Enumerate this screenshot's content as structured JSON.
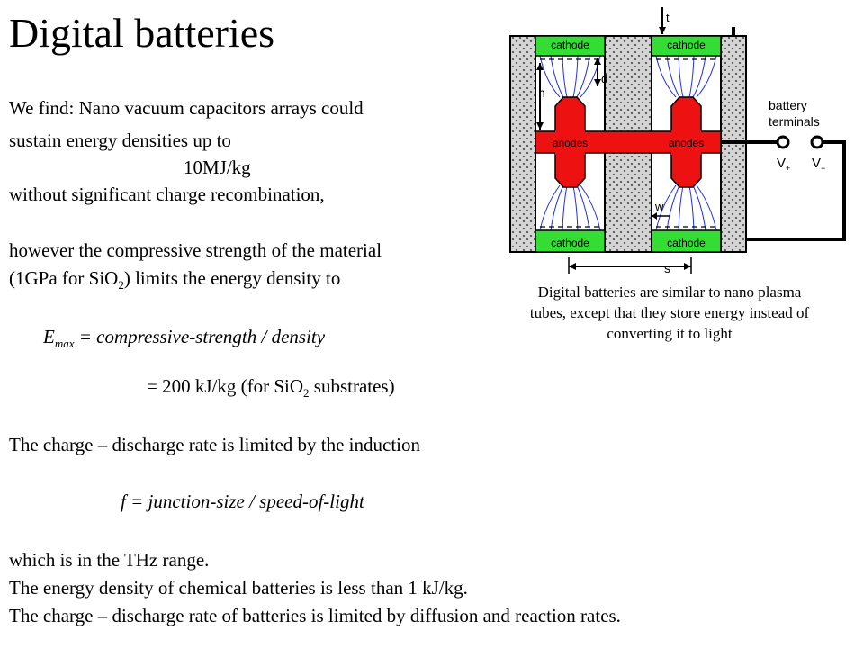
{
  "slide": {
    "title": "Digital batteries"
  },
  "text": {
    "find_1": "We find: Nano vacuum capacitors arrays could",
    "find_2": "sustain  energy densities up to",
    "find_3": "10MJ/kg",
    "find_4": "without significant charge recombination,",
    "however_1": "however the compressive strength  of the material",
    "however_2a": "(1GPa for SiO",
    "however_2sub": "2",
    "however_2b": ")  limits the energy density to",
    "emax_e": "E",
    "emax_sub": "max",
    "emax_rest": " =  compressive-strength / density",
    "eq2_a": "= 200 kJ/kg (for SiO",
    "eq2_sub": "2",
    "eq2_b": " substrates)",
    "charge_1": "The charge – discharge rate is limited by the induction",
    "freq": "f  = junction-size / speed-of-light",
    "thz": "which is in the THz range.",
    "chem": "The energy density of chemical batteries is less than 1 kJ/kg.",
    "rate": "The charge – discharge rate of batteries is limited by diffusion and reaction rates."
  },
  "caption": "Digital batteries are similar to nano plasma tubes, except that they store energy instead of converting it to light",
  "diagram": {
    "cathode_label": "cathode",
    "anode_label": "anodes",
    "dim_t": "t",
    "dim_d": "d",
    "dim_h": "h",
    "dim_w": "w",
    "dim_s": "s",
    "terminals_1": "battery",
    "terminals_2": "terminals",
    "v_plus": "V",
    "v_plus_sub": "+",
    "v_minus": "V",
    "v_minus_sub": "−",
    "colors": {
      "cathode": "#33dd33",
      "anode": "#ee1111",
      "substrate": "#d4d4d4",
      "field": "#2233cc"
    }
  }
}
